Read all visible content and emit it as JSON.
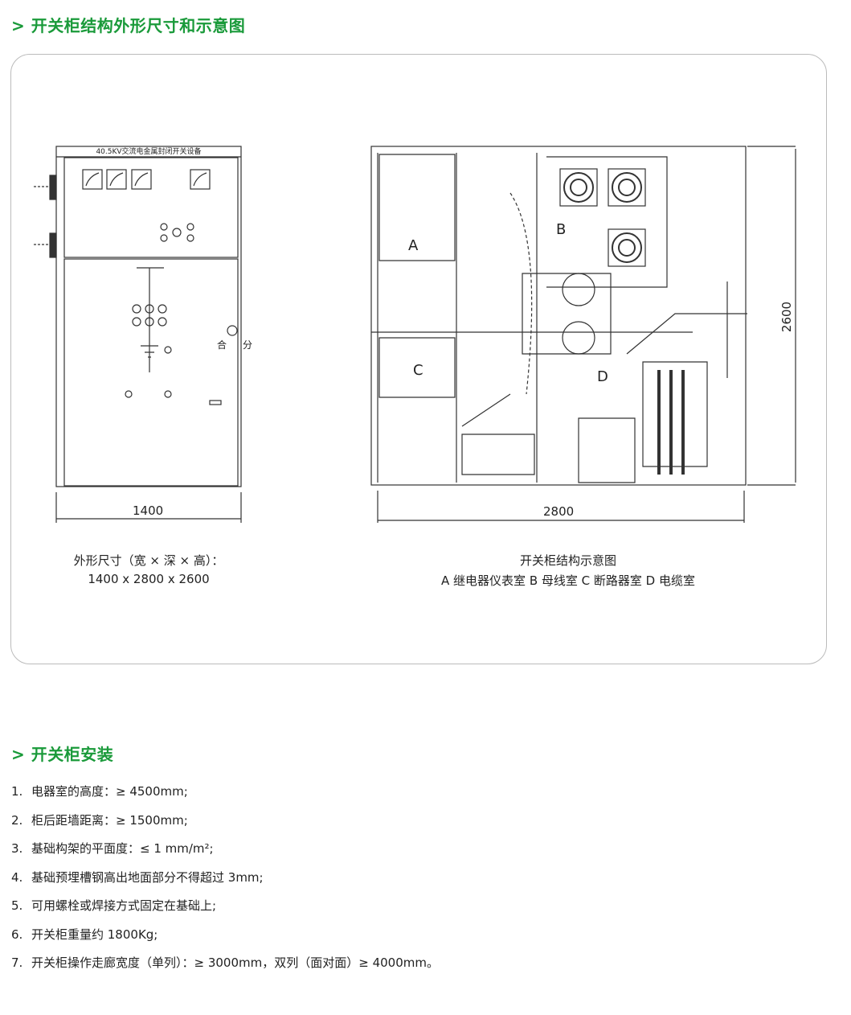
{
  "section1": {
    "title": "> 开关柜结构外形尺寸和示意图"
  },
  "front_view": {
    "nameplate": "40.5KV交流电金属封闭开关设备",
    "switch_on": "合",
    "switch_off": "分",
    "width_dim": "1400",
    "caption_line1": "外形尺寸（宽 × 深 × 高）：",
    "caption_line2": "1400 x 2800 x 2600"
  },
  "side_view": {
    "labels": [
      "A",
      "B",
      "C",
      "D"
    ],
    "depth_dim": "2800",
    "height_dim": "2600",
    "caption_line1": "开关柜结构示意图",
    "caption_line2": "A 继电器仪表室  B 母线室  C 断路器室  D 电缆室"
  },
  "section2": {
    "title": "> 开关柜安装",
    "items": [
      {
        "n": "1.",
        "text": "电器室的高度：≥ 4500mm;"
      },
      {
        "n": "2.",
        "text": "柜后距墙距离：≥ 1500mm;"
      },
      {
        "n": "3.",
        "text": "基础构架的平面度：≤ 1 mm/m²;"
      },
      {
        "n": "4.",
        "text": "基础预埋槽钢高出地面部分不得超过 3mm;"
      },
      {
        "n": "5.",
        "text": "可用螺栓或焊接方式固定在基础上;"
      },
      {
        "n": "6.",
        "text": "开关柜重量约 1800Kg;"
      },
      {
        "n": "7.",
        "text": "开关柜操作走廊宽度（单列）：≥ 3000mm，双列（面对面）≥ 4000mm。"
      }
    ]
  },
  "colors": {
    "accent": "#1a9a3a"
  }
}
